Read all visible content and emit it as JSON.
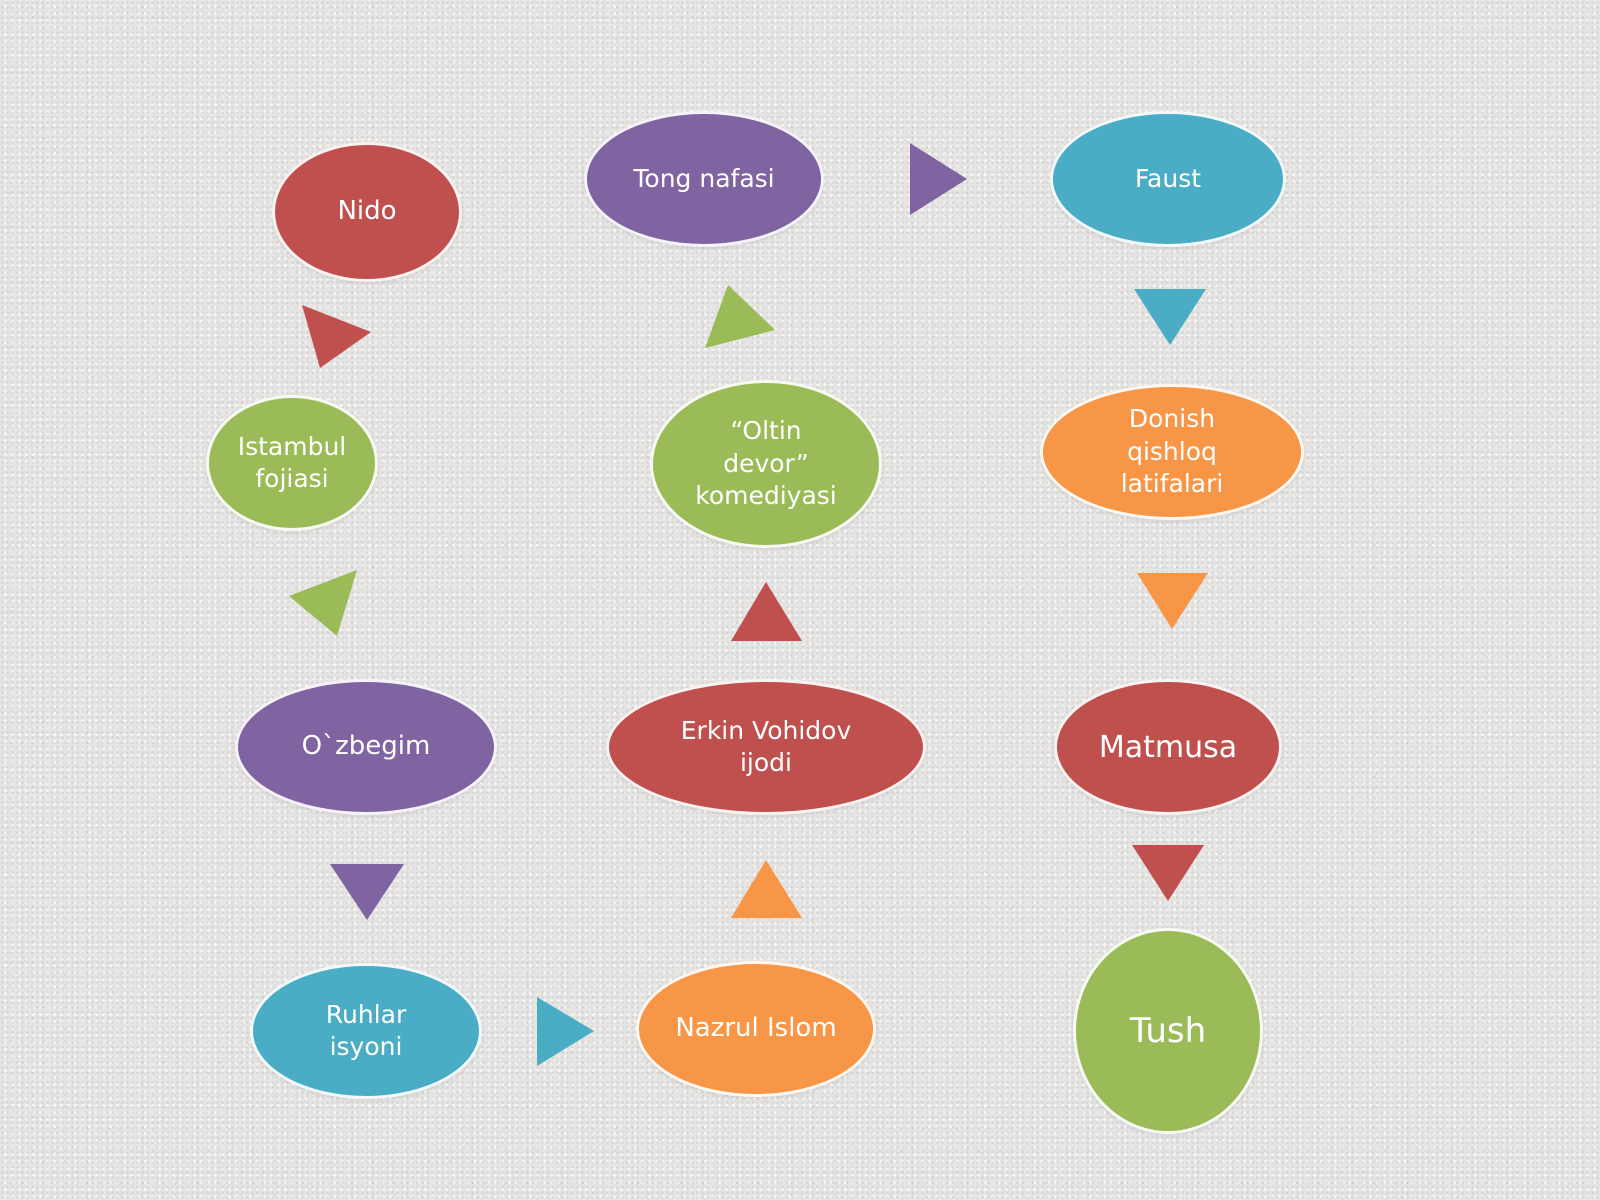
{
  "colors": {
    "red": "#c0504d",
    "purple": "#8064a2",
    "green": "#9bbb59",
    "teal": "#4bacc6",
    "orange": "#f79646"
  },
  "nodes": [
    {
      "id": "nido",
      "label": "Nido",
      "color": "red"
    },
    {
      "id": "istambul",
      "label": "Istambul\nfojiasi",
      "color": "green"
    },
    {
      "id": "ozbegim",
      "label": "O`zbegim",
      "color": "purple"
    },
    {
      "id": "ruhlar",
      "label": "Ruhlar\nisyoni",
      "color": "teal"
    },
    {
      "id": "nazrul",
      "label": "Nazrul Islom",
      "color": "orange"
    },
    {
      "id": "erkin",
      "label": "Erkin Vohidov\nijodi",
      "color": "red"
    },
    {
      "id": "oltin",
      "label": "“Oltin\ndevor”\nkomediyasi",
      "color": "green"
    },
    {
      "id": "tong",
      "label": "Tong  nafasi",
      "color": "purple"
    },
    {
      "id": "faust",
      "label": "Faust",
      "color": "teal"
    },
    {
      "id": "donish",
      "label": "Donish\nqishloq\nlatifalari",
      "color": "orange"
    },
    {
      "id": "matmusa",
      "label": "Matmusa",
      "color": "red"
    },
    {
      "id": "tush",
      "label": "Tush",
      "color": "green"
    }
  ],
  "arrows": [
    {
      "from": "nido",
      "to": "istambul",
      "color": "red"
    },
    {
      "from": "istambul",
      "to": "ozbegim",
      "color": "green"
    },
    {
      "from": "ozbegim",
      "to": "ruhlar",
      "color": "purple"
    },
    {
      "from": "ruhlar",
      "to": "nazrul",
      "color": "teal"
    },
    {
      "from": "nazrul",
      "to": "erkin",
      "color": "orange"
    },
    {
      "from": "erkin",
      "to": "oltin",
      "color": "red"
    },
    {
      "from": "oltin",
      "to": "tong",
      "color": "green"
    },
    {
      "from": "tong",
      "to": "faust",
      "color": "purple"
    },
    {
      "from": "faust",
      "to": "donish",
      "color": "teal"
    },
    {
      "from": "donish",
      "to": "matmusa",
      "color": "orange"
    },
    {
      "from": "matmusa",
      "to": "tush",
      "color": "red"
    }
  ]
}
